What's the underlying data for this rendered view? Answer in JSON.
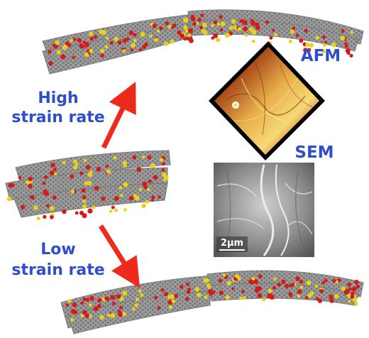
{
  "labels": {
    "afm": "AFM",
    "sem": "SEM",
    "high_line1": "High",
    "high_line2": "strain rate",
    "low_line1": "Low",
    "low_line2": "strain rate",
    "scale_bar": "2μm"
  },
  "colors": {
    "label_blue": "#2f4fc8",
    "arrow_red": "#ee2a1c",
    "sheet_gray": "#8e8e8e",
    "atom_red": "#d41a1a",
    "atom_yellow": "#e8d21a"
  }
}
